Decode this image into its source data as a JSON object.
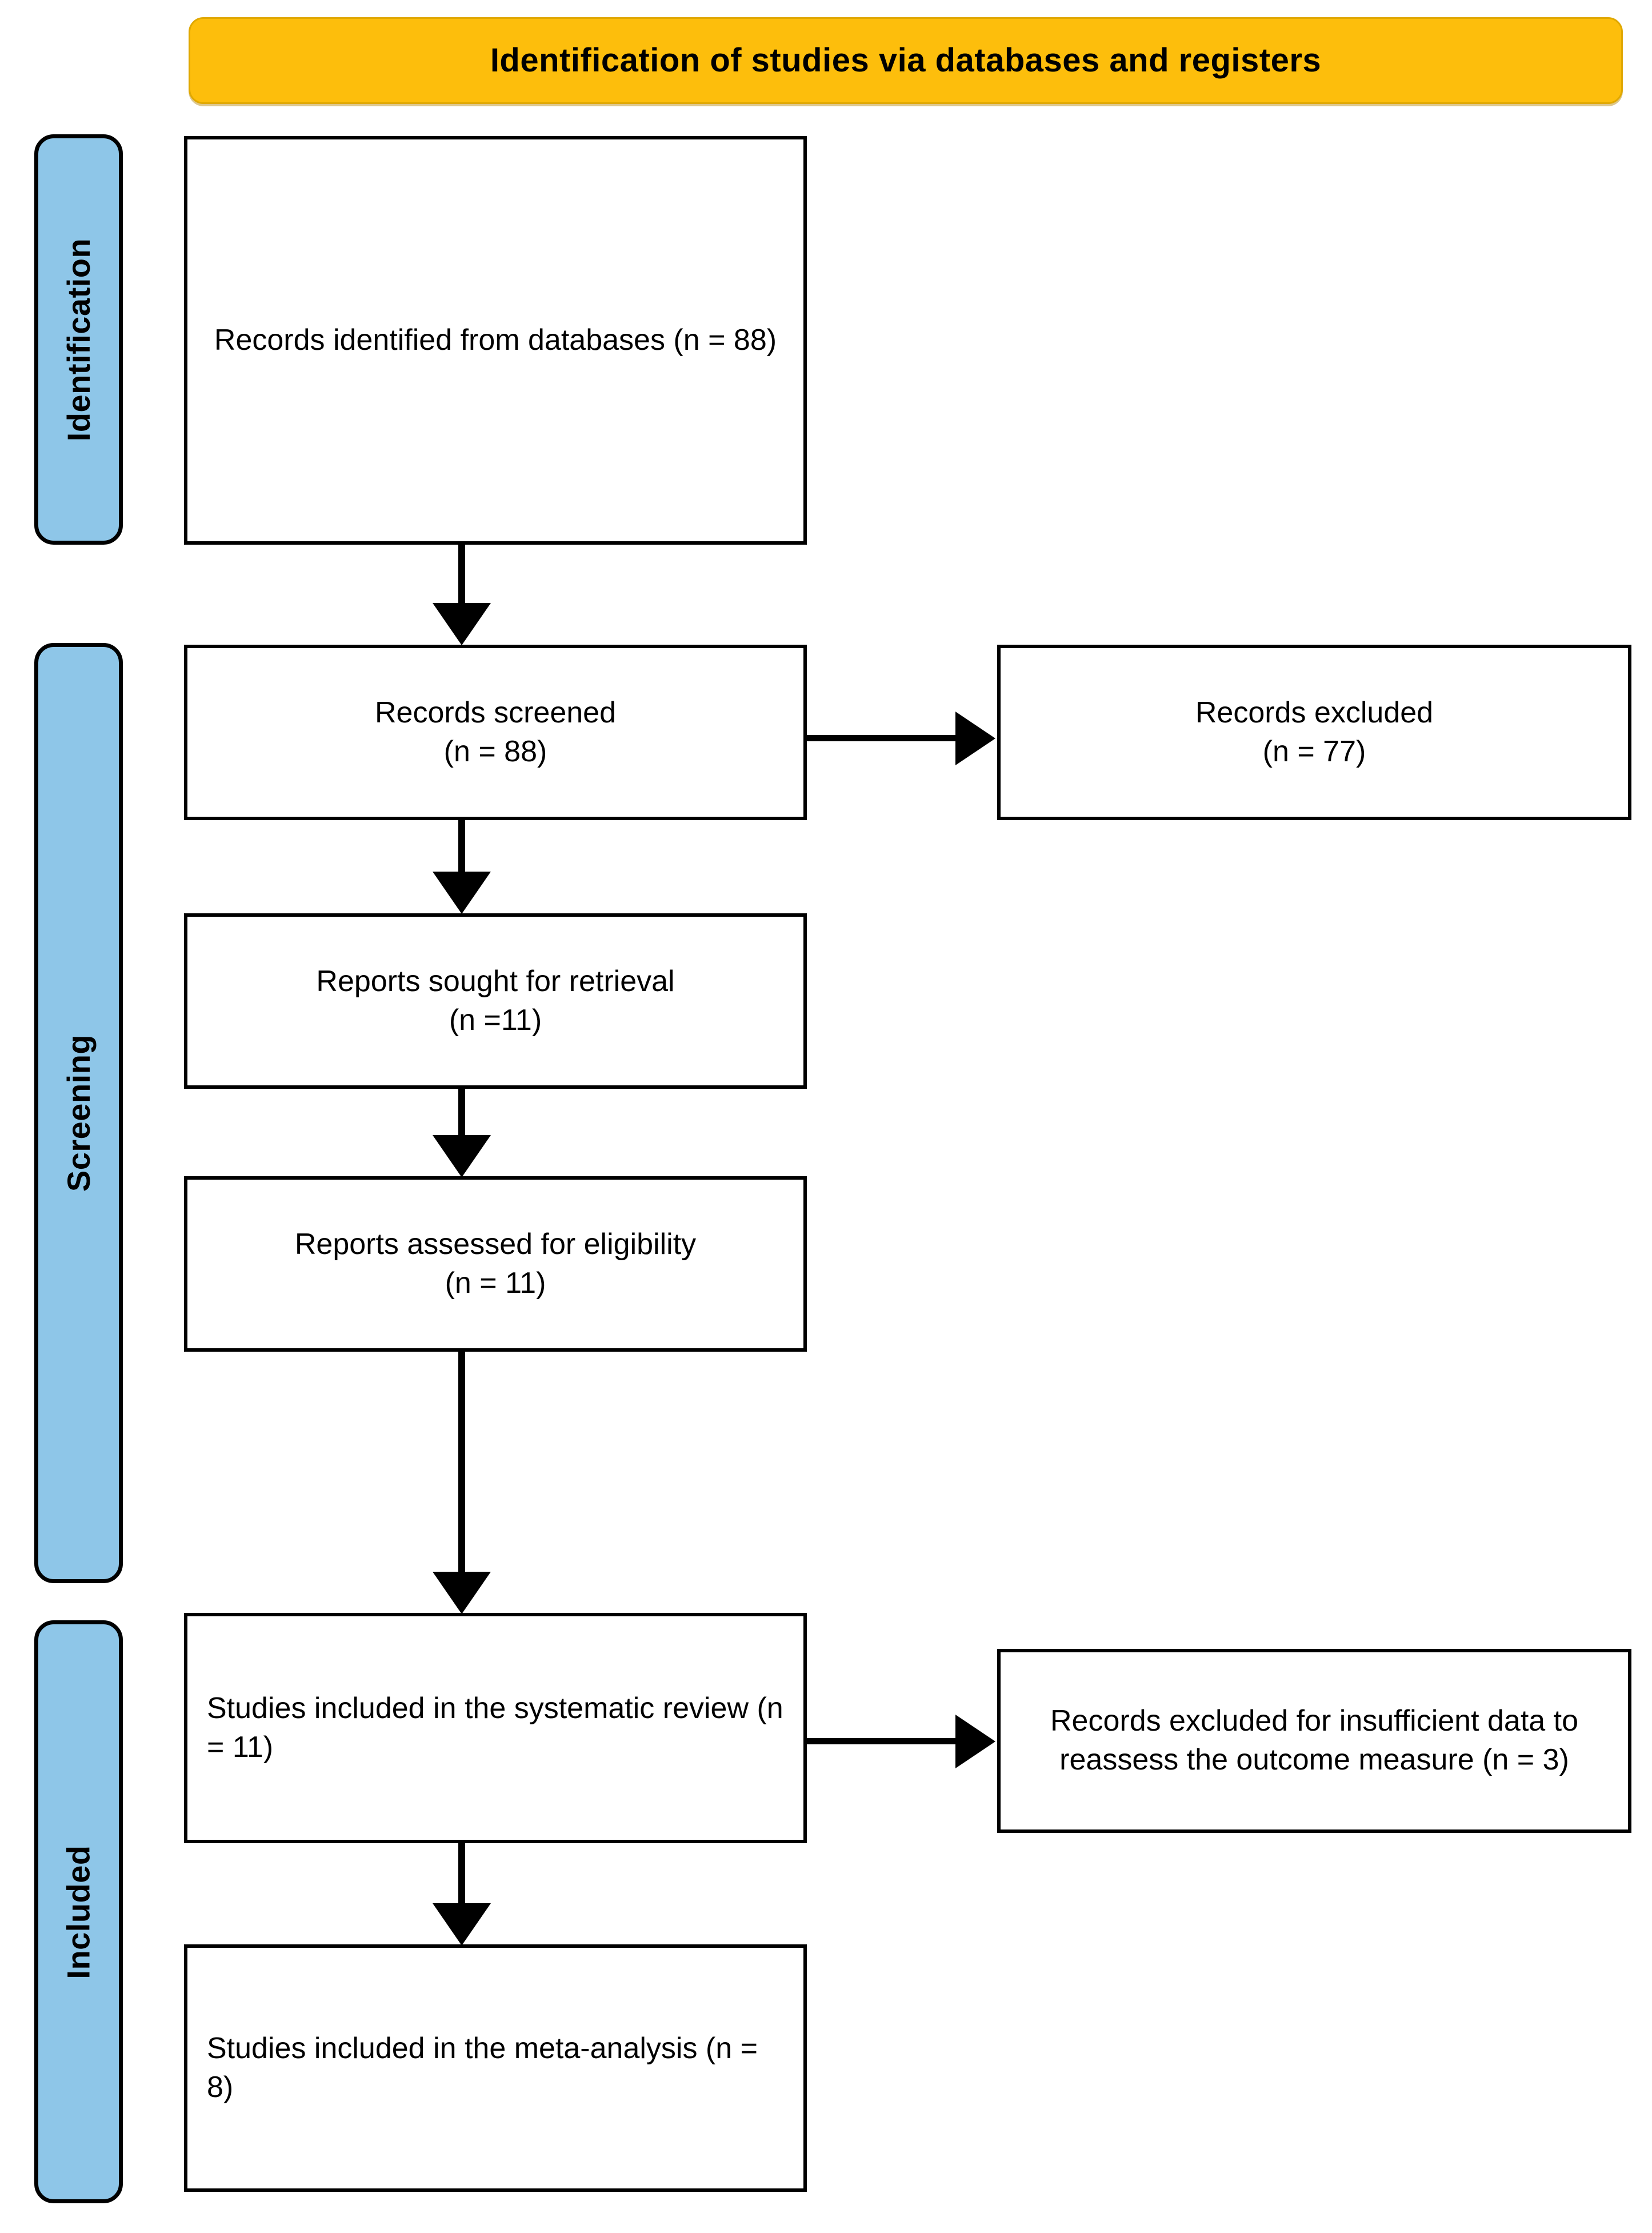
{
  "banner": {
    "title": "Identification of studies via databases and registers",
    "color": "#fdbe0c"
  },
  "stages": {
    "color": "#8ec6e8",
    "identification": "Identification",
    "screening": "Screening",
    "included": "Included"
  },
  "boxes": {
    "identified": "Records identified from databases (n = 88)",
    "screened": "Records screened\n(n = 88)",
    "excluded": "Records excluded\n(n = 77)",
    "sought": "Reports sought for retrieval\n(n =11)",
    "assessed": "Reports assessed for eligibility\n(n = 11)",
    "systematic": "Studies included in the systematic review (n = 11)",
    "excluded_insufficient": "Records excluded for insufficient data to reassess the outcome measure (n = 3)",
    "meta": "Studies included in the meta-analysis (n = 8)"
  },
  "chart_data": {
    "type": "diagram",
    "title": "Identification of studies via databases and registers",
    "nodes": [
      {
        "id": "identified",
        "stage": "Identification",
        "label": "Records identified from databases",
        "n": 88,
        "column": "left"
      },
      {
        "id": "screened",
        "stage": "Screening",
        "label": "Records screened",
        "n": 88,
        "column": "left"
      },
      {
        "id": "excluded",
        "stage": "Screening",
        "label": "Records excluded",
        "n": 77,
        "column": "right"
      },
      {
        "id": "sought",
        "stage": "Screening",
        "label": "Reports sought for retrieval",
        "n": 11,
        "column": "left"
      },
      {
        "id": "assessed",
        "stage": "Screening",
        "label": "Reports assessed for eligibility",
        "n": 11,
        "column": "left"
      },
      {
        "id": "systematic",
        "stage": "Included",
        "label": "Studies included in the systematic review",
        "n": 11,
        "column": "left"
      },
      {
        "id": "excluded_insufficient",
        "stage": "Included",
        "label": "Records excluded for insufficient data to reassess the outcome measure",
        "n": 3,
        "column": "right"
      },
      {
        "id": "meta",
        "stage": "Included",
        "label": "Studies included in the meta-analysis",
        "n": 8,
        "column": "left"
      }
    ],
    "edges": [
      {
        "from": "identified",
        "to": "screened",
        "direction": "down"
      },
      {
        "from": "screened",
        "to": "excluded",
        "direction": "right"
      },
      {
        "from": "screened",
        "to": "sought",
        "direction": "down"
      },
      {
        "from": "sought",
        "to": "assessed",
        "direction": "down"
      },
      {
        "from": "assessed",
        "to": "systematic",
        "direction": "down"
      },
      {
        "from": "systematic",
        "to": "excluded_insufficient",
        "direction": "right"
      },
      {
        "from": "systematic",
        "to": "meta",
        "direction": "down"
      }
    ]
  }
}
